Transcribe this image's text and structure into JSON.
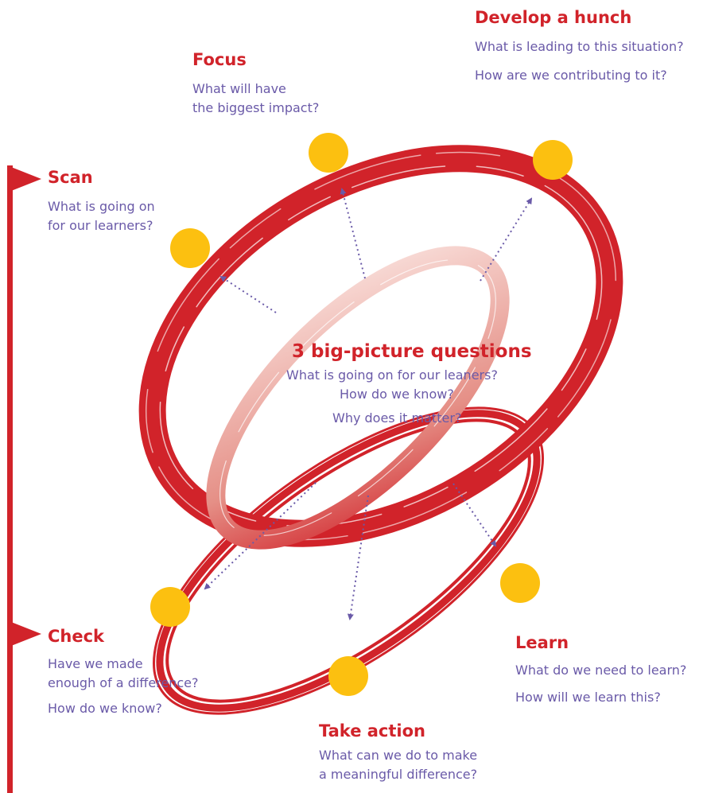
{
  "center": {
    "title": "3 big-picture questions",
    "questions": [
      "What is going on for our leaners?",
      "How do we know?",
      "Why does it matter?"
    ]
  },
  "stages": {
    "develop": {
      "title": "Develop a hunch",
      "questions": [
        "What is leading to this situation?",
        "How are we contributing to it?"
      ]
    },
    "focus": {
      "title": "Focus",
      "questions": [
        "What will have",
        "the biggest impact?"
      ]
    },
    "scan": {
      "title": "Scan",
      "questions": [
        "What is going on",
        "for our learners?"
      ]
    },
    "check": {
      "title": "Check",
      "questions": [
        "Have we made",
        "enough of a difference?",
        "How do we know?"
      ]
    },
    "learn": {
      "title": "Learn",
      "questions": [
        "What do we need to learn?",
        "How will we learn this?"
      ]
    },
    "action": {
      "title": "Take action",
      "questions": [
        "What can we do to make",
        "a meaningful difference?"
      ]
    }
  },
  "colors": {
    "red": "#d1232a",
    "dot": "#fcc010",
    "text": "#6a5aa8",
    "arrow": "#6a5aa8"
  }
}
